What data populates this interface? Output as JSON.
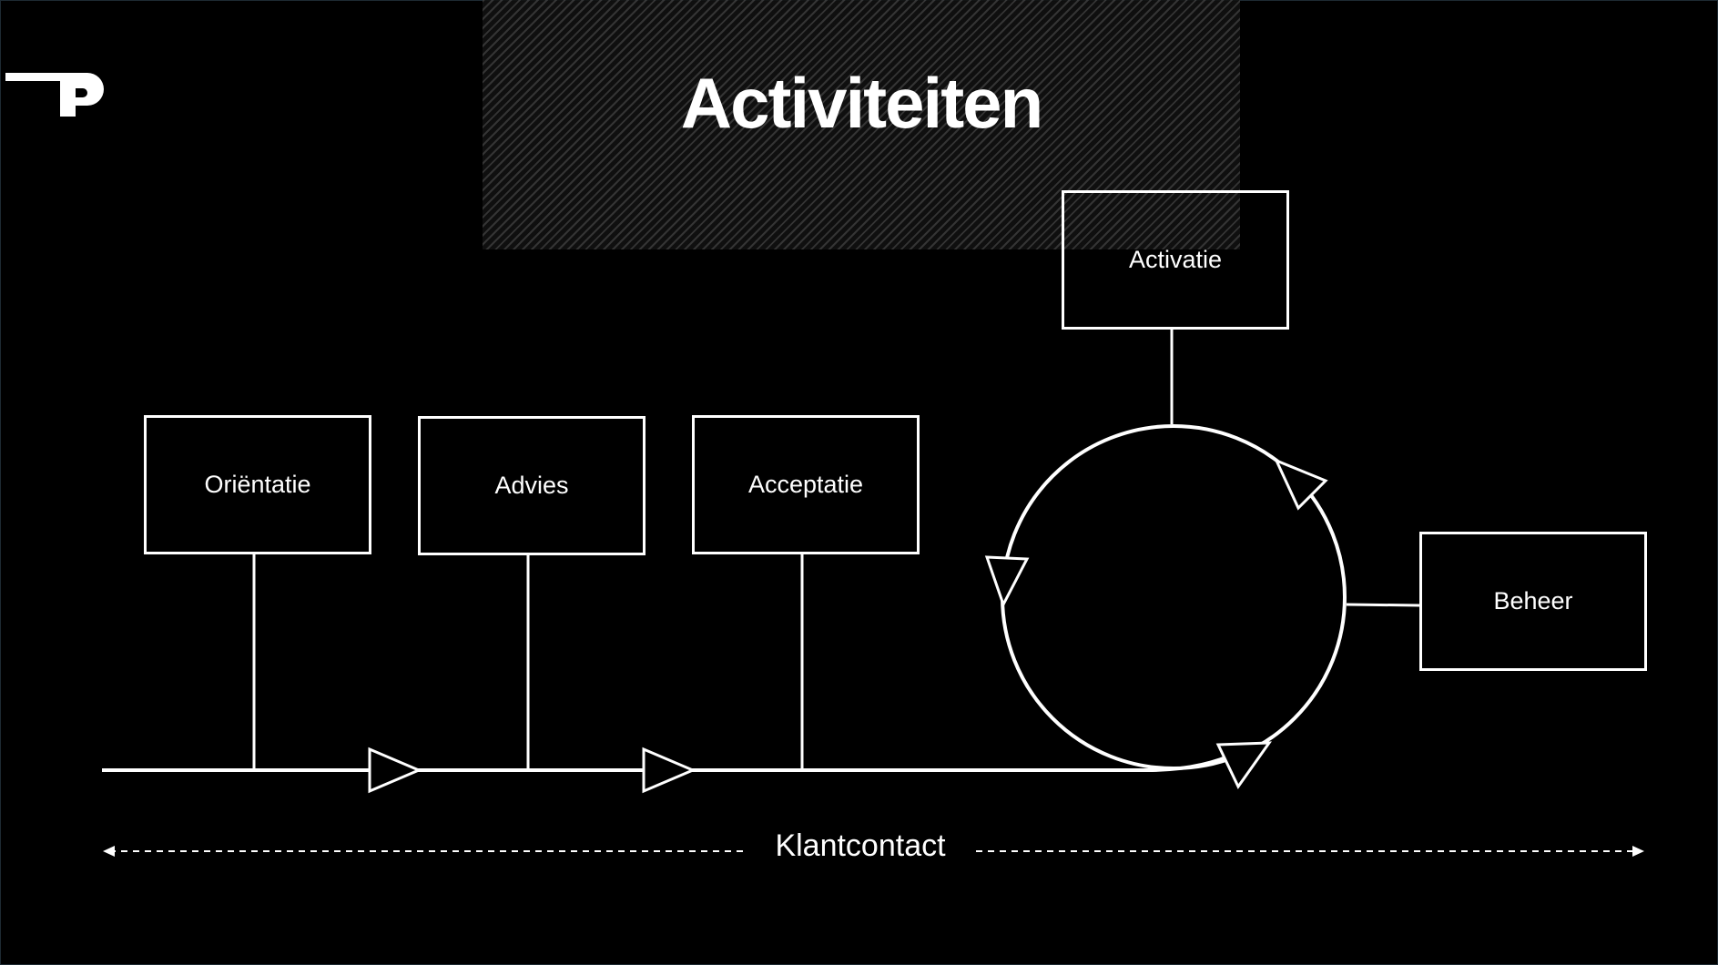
{
  "title": "Activiteiten",
  "steps": {
    "orientatie": "Oriëntatie",
    "advies": "Advies",
    "acceptatie": "Acceptatie",
    "activatie": "Activatie",
    "beheer": "Beheer"
  },
  "timeline_label": "Klantcontact",
  "colors": {
    "background": "#000000",
    "foreground": "#ffffff",
    "hatch": "#3a3a3a"
  },
  "icons": {
    "logo": "p-logo-icon"
  }
}
